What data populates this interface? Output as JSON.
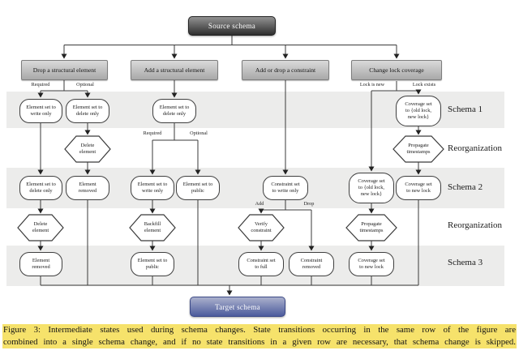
{
  "colors": {
    "band": "#ececeb",
    "line": "#3a3a3a",
    "caption_highlight": "#f6e26b",
    "source_gradient_top": "#929292",
    "source_gradient_bottom": "#2e2e2e",
    "target_gradient_top": "#aab0cc",
    "target_gradient_bottom": "#4c5b9d",
    "category_gradient_top": "#d9d9d9",
    "category_gradient_bottom": "#a9a9a9"
  },
  "figure": {
    "source": "Source schema",
    "target": "Target schema",
    "categories": [
      "Drop a structural element",
      "Add a structural element",
      "Add or drop a constraint",
      "Change lock coverage"
    ],
    "row_labels": [
      "Schema 1",
      "Reorganization",
      "Schema 2",
      "Reorganization",
      "Schema 3"
    ],
    "edge_labels": {
      "col1_left": "Required",
      "col1_right": "Optional",
      "col2_left": "Required",
      "col2_right": "Optional",
      "col3_left": "Add",
      "col3_right": "Drop",
      "col4_left": "Lock is new",
      "col4_right": "Lock exists"
    },
    "nodes": {
      "s1_write": "Element set to\nwrite only",
      "s1_delete": "Element set to\ndelete only",
      "s1_c2_delete": "Element set to\ndelete only",
      "s1_coverage": "Coverage set\nto {old lock,\nnew lock}",
      "r1_delete": "Delete\nelement",
      "r1_propagate": "Propagate\ntimestamps",
      "s2_delete": "Element set to\ndelete only",
      "s2_removed": "Element\nremoved",
      "s2_write": "Element set to\nwrite only",
      "s2_public": "Element set to\npublic",
      "s2_constraint": "Constraint set\nto write only",
      "s2_coverage": "Coverage set\nto {old lock,\nnew lock}",
      "s2_newlock": "Coverage set\nto new lock",
      "r2_delete": "Delete\nelement",
      "r2_backfill": "Backfill\nelement",
      "r2_verify": "Verify\nconstraint",
      "r2_propagate": "Propagate\ntimestamps",
      "s3_removed": "Element\nremoved",
      "s3_public": "Element set to\npublic",
      "s3_full": "Constraint set\nto full",
      "s3_crem": "Constraint\nremoved",
      "s3_coverage": "Coverage set\nto new lock"
    }
  },
  "caption": {
    "line1": "Figure 3: Intermediate states used during schema changes. State transitions occurring in the same row of the figure are",
    "line2": "combined into a single schema change, and if no state transitions in a given row are necessary, that schema change is skipped."
  }
}
